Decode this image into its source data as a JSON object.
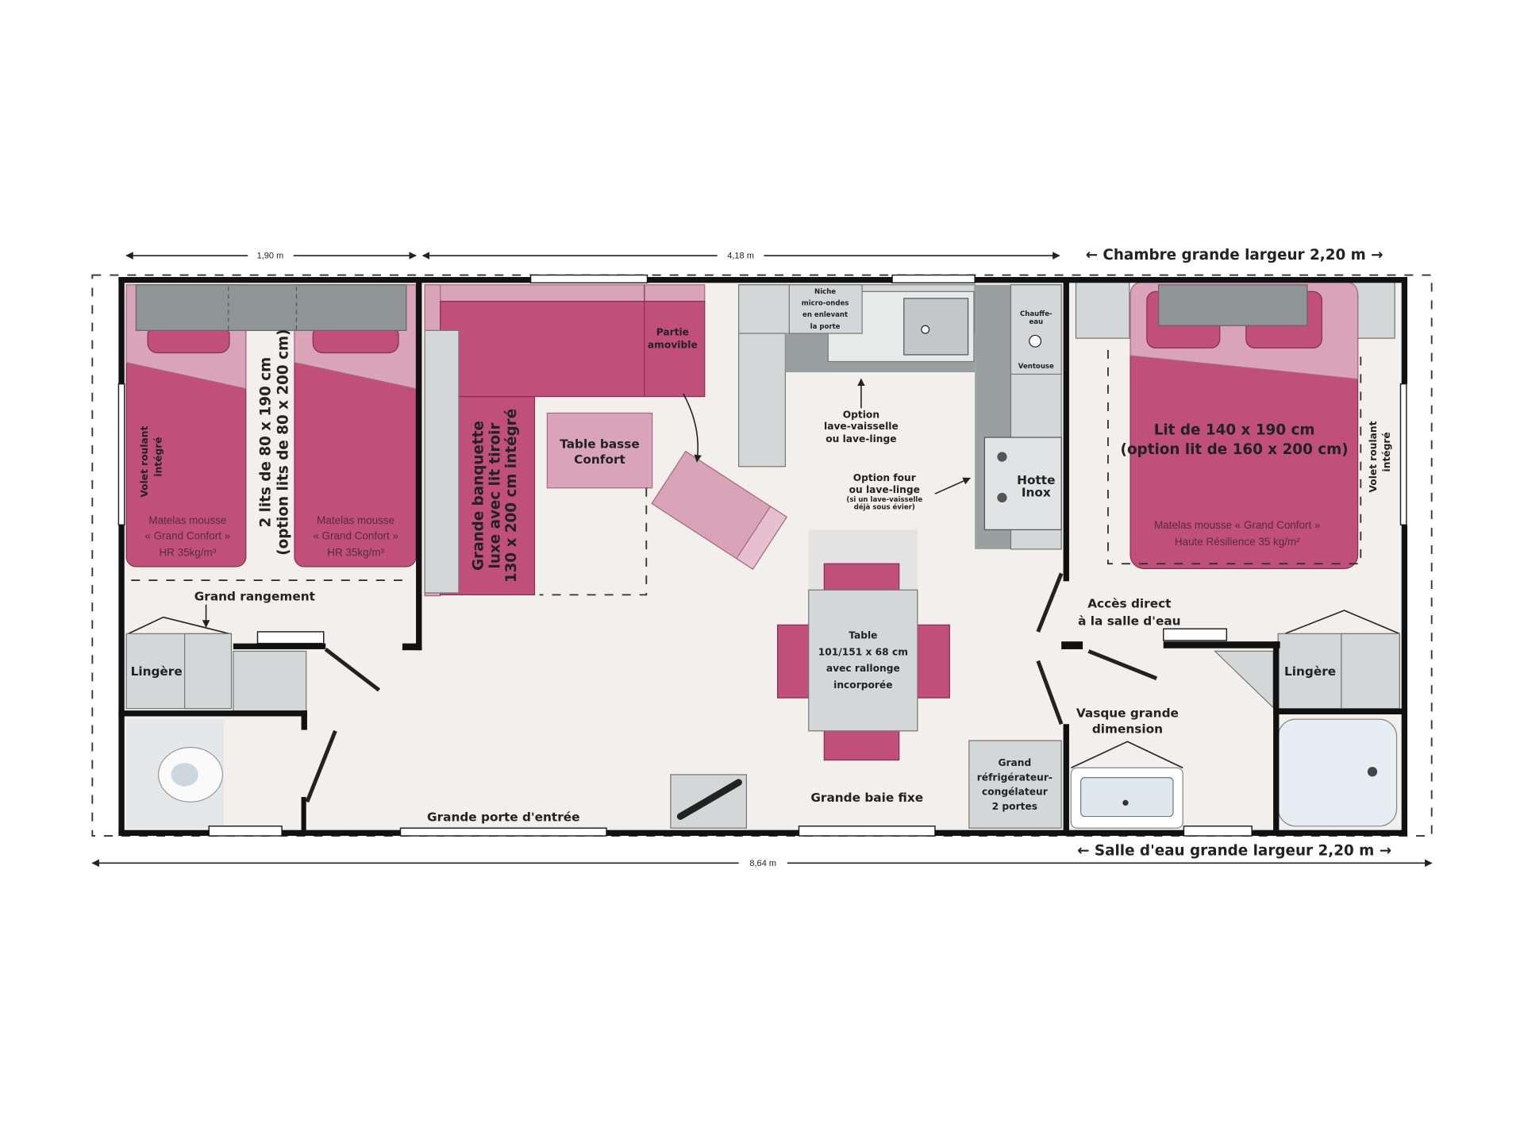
{
  "dimensions": {
    "bedroom_left_width": "1,90 m",
    "living_width": "4,18 m",
    "bedroom_right": "← Chambre grande largeur 2,20 m →",
    "total_length": "8,64 m",
    "bathroom": "← Salle d'eau grande largeur 2,20 m →"
  },
  "left_bedroom": {
    "shutter": [
      "Volet roulant",
      "intégré"
    ],
    "beds": [
      "2 lits de 80 x 190 cm",
      "(option lits de 80 x 200 cm)"
    ],
    "mattress_left": [
      "Matelas mousse",
      "« Grand Confort »",
      "HR 35kg/m³"
    ],
    "mattress_right": [
      "Matelas mousse",
      "« Grand Confort »",
      "HR 35kg/m³"
    ],
    "storage": "Grand rangement",
    "linen": "Lingère"
  },
  "living": {
    "removable": [
      "Partie",
      "amovible"
    ],
    "bench": [
      "Grande banquette",
      "luxe avec lit tiroir",
      "130 x 200 cm intégré"
    ],
    "coffee_table": [
      "Table basse",
      "Confort"
    ],
    "table": [
      "Table",
      "101/151 x 68 cm",
      "avec rallonge",
      "incorporée"
    ],
    "entrance": "Grande porte d'entrée",
    "bay_window": "Grande baie fixe",
    "fridge": [
      "Grand",
      "réfrigérateur-",
      "congélateur",
      "2 portes"
    ]
  },
  "kitchen": {
    "microwave": [
      "Niche",
      "micro-ondes",
      "en enlevant",
      "la porte"
    ],
    "water_heater": [
      "Chauffe-",
      "eau"
    ],
    "vent": "Ventouse",
    "dishwasher_option": [
      "Option",
      "lave-vaisselle",
      "ou lave-linge"
    ],
    "oven_option": [
      "Option four",
      "ou lave-linge",
      "(si un lave-vaisselle",
      "déjà sous évier)"
    ],
    "hood": [
      "Hotte",
      "Inox"
    ]
  },
  "right_bedroom": {
    "bed": [
      "Lit de 140 x 190 cm",
      "(option lit de 160 x 200 cm)"
    ],
    "mattress": [
      "Matelas mousse « Grand Confort »",
      "Haute Résilience 35 kg/m²"
    ],
    "shutter": [
      "Volet roulant",
      "intégré"
    ]
  },
  "bathroom": {
    "access": [
      "Accès direct",
      "à la salle d'eau"
    ],
    "basin": [
      "Vasque grande",
      "dimension"
    ],
    "linen": "Lingère"
  },
  "colors": {
    "accent": "#c0507a",
    "accent_light": "#d9a3b8",
    "furniture": "#8f9495",
    "floor": "#f2efed"
  }
}
